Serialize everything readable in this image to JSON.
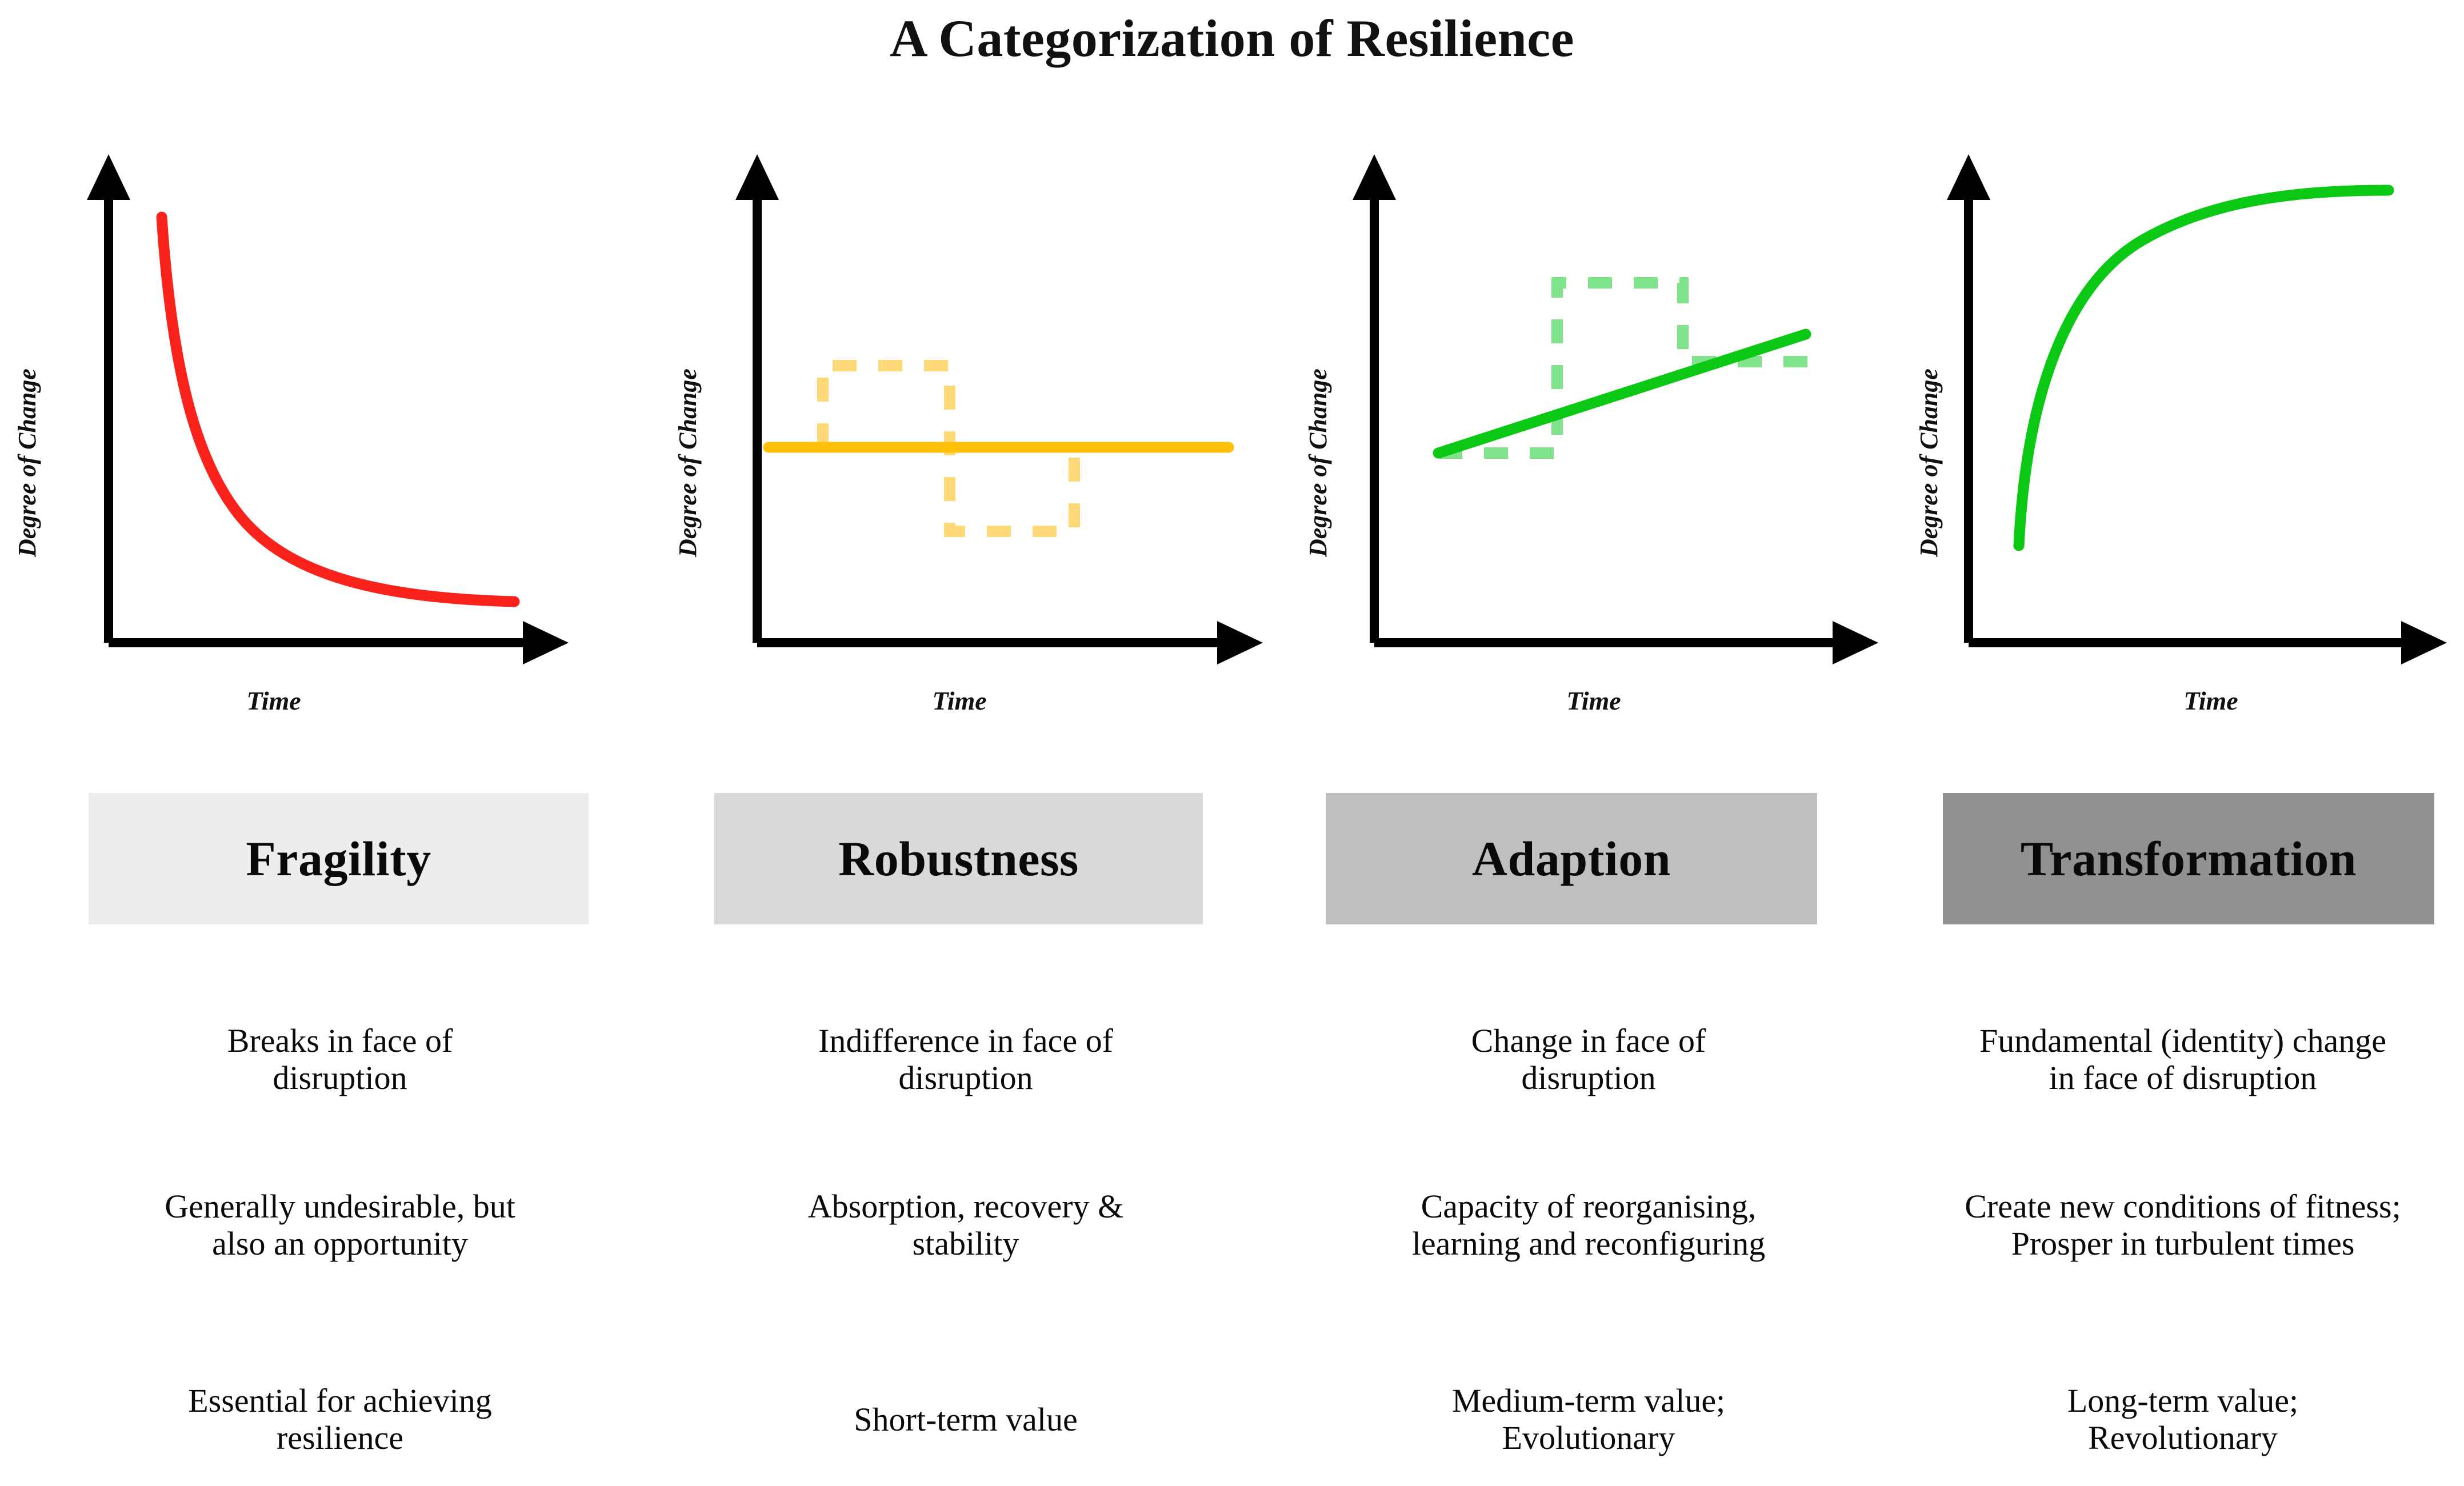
{
  "title": "A Categorization of Resilience",
  "axes": {
    "y_label": "Degree of Change",
    "x_label": "Time"
  },
  "colors": {
    "fragility_curve": "#F9231C",
    "robustness_curve": "#FFC107",
    "robustness_dashed": "#FFD978",
    "adaption_curve": "#0BC814",
    "adaption_dashed": "#7EE38A",
    "transformation_curve": "#0BC814",
    "axis": "#000000",
    "band_fragility": "#EDEDED",
    "band_robustness": "#D9D9D9",
    "band_adaption": "#BFBFBF",
    "band_transformation": "#919191"
  },
  "categories": [
    {
      "name": "Fragility",
      "band_color": "#EDEDED",
      "descriptions": [
        [
          "Breaks in face of",
          "disruption"
        ],
        [
          "Generally undesirable, but",
          "also an opportunity"
        ],
        [
          "Essential for achieving",
          "resilience"
        ]
      ]
    },
    {
      "name": "Robustness",
      "band_color": "#D9D9D9",
      "descriptions": [
        [
          "Indifference in face of",
          "disruption"
        ],
        [
          "Absorption, recovery &",
          "stability"
        ],
        [
          "Short-term value"
        ]
      ]
    },
    {
      "name": "Adaption",
      "band_color": "#BFBFBF",
      "descriptions": [
        [
          "Change in face of",
          "disruption"
        ],
        [
          "Capacity of reorganising,",
          "learning and reconfiguring"
        ],
        [
          "Medium-term value;",
          "Evolutionary"
        ]
      ]
    },
    {
      "name": "Transformation",
      "band_color": "#919191",
      "descriptions": [
        [
          "Fundamental (identity) change",
          "in face of disruption"
        ],
        [
          "Create new conditions of fitness;",
          "Prosper in turbulent times"
        ],
        [
          "Long-term value;",
          "Revolutionary"
        ]
      ]
    }
  ],
  "chart_data": [
    {
      "type": "line",
      "title": "Fragility",
      "xlabel": "Time",
      "ylabel": "Degree of Change",
      "series": [
        {
          "name": "fragility-decay",
          "style": "solid",
          "color": "#F9231C",
          "x": [
            0.05,
            0.1,
            0.15,
            0.2,
            0.3,
            0.4,
            0.5,
            0.6,
            0.7,
            0.8,
            0.9
          ],
          "y": [
            0.92,
            0.72,
            0.56,
            0.45,
            0.31,
            0.23,
            0.18,
            0.15,
            0.13,
            0.12,
            0.12
          ]
        }
      ],
      "xlim": [
        0,
        1
      ],
      "ylim": [
        0,
        1
      ],
      "grid": false,
      "legend": "none"
    },
    {
      "type": "line",
      "title": "Robustness",
      "xlabel": "Time",
      "ylabel": "Degree of Change",
      "series": [
        {
          "name": "robustness-baseline",
          "style": "solid",
          "color": "#FFC107",
          "x": [
            0.0,
            1.0
          ],
          "y": [
            0.5,
            0.5
          ]
        },
        {
          "name": "disruption-pulse",
          "style": "dashed",
          "color": "#FFD978",
          "x": [
            0.12,
            0.12,
            0.45,
            0.45,
            0.78,
            0.78
          ],
          "y": [
            0.5,
            0.78,
            0.78,
            0.22,
            0.22,
            0.5
          ]
        }
      ],
      "xlim": [
        0,
        1
      ],
      "ylim": [
        0,
        1
      ],
      "grid": false,
      "legend": "none"
    },
    {
      "type": "line",
      "title": "Adaption",
      "xlabel": "Time",
      "ylabel": "Degree of Change",
      "series": [
        {
          "name": "adaption-trend",
          "style": "solid",
          "color": "#0BC814",
          "x": [
            0.05,
            0.92
          ],
          "y": [
            0.42,
            0.72
          ]
        },
        {
          "name": "disruption-step",
          "style": "dashed",
          "color": "#7EE38A",
          "x": [
            0.05,
            0.3,
            0.3,
            0.62,
            0.62,
            0.92
          ],
          "y": [
            0.42,
            0.42,
            0.8,
            0.8,
            0.6,
            0.6
          ]
        }
      ],
      "xlim": [
        0,
        1
      ],
      "ylim": [
        0,
        1
      ],
      "grid": false,
      "legend": "none"
    },
    {
      "type": "line",
      "title": "Transformation",
      "xlabel": "Time",
      "ylabel": "Degree of Change",
      "series": [
        {
          "name": "transformation-growth",
          "style": "solid",
          "color": "#0BC814",
          "x": [
            0.08,
            0.1,
            0.15,
            0.22,
            0.32,
            0.45,
            0.6,
            0.75,
            0.9
          ],
          "y": [
            0.1,
            0.3,
            0.52,
            0.67,
            0.79,
            0.87,
            0.91,
            0.93,
            0.94
          ]
        }
      ],
      "xlim": [
        0,
        1
      ],
      "ylim": [
        0,
        1
      ],
      "grid": false,
      "legend": "none"
    }
  ]
}
